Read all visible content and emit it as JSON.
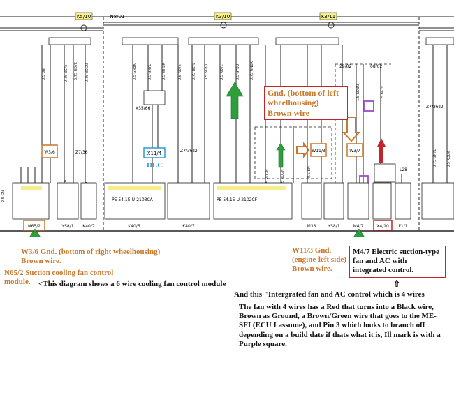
{
  "diagram": {
    "top_tags": [
      "K5/10",
      "N8/01",
      "K3/10",
      "K3/11"
    ],
    "connectors": [
      "N65/2",
      "Y58/1",
      "K40/7",
      "K40/5",
      "K40/7",
      "M33",
      "Y58/1",
      "M4/7",
      "X4/10",
      "F1/1"
    ],
    "dlc_code": "X11/4",
    "left_codes": [
      "W3/6",
      "Z7/36"
    ],
    "mid_codes": [
      "Z7/36z2",
      "X35/66"
    ],
    "right_codes": [
      "W11/3",
      "W3/7",
      "Z7/36z2",
      "L28"
    ],
    "splice_labels": [
      "29/02",
      "08/02"
    ],
    "pe_labels": [
      "PE 54.15-U-2103CA",
      "PE 54.15-U-2102CF"
    ]
  },
  "annotations": {
    "gnd_left_housing": "Gnd. (bottom of left wheelhousing) Brown wire",
    "dlc": "DLC",
    "w36": "W3/6 Gnd. (bottom of right wheelhousing) Brown wire.",
    "n652": "N65/2 Suction cooling fan control module.",
    "six_wire": "<This diagram shows a 6 wire cooling fan control module",
    "w113": "W11/3 Gnd. (engine-left side) Brown wire.",
    "m47": "M4/7 Electric suction-type fan and AC with integrated control.",
    "four_wire": "And this \"Intergrated fan and AC control which is 4 wires",
    "paragraph": "The fan with 4 wires has a Red that turns into a Black wire, Brown as Ground, a Brown/Green wire that goes to the ME-SFI (ECU I assume), and Pin 3 which looks to branch off depending on a build date if thats what it is, Ill mark is with a Purple square."
  },
  "colors": {
    "orange": "#c9772a",
    "red": "#c4242b",
    "green": "#2e9e3a",
    "purple": "#9a4fc2",
    "blue": "#2a9fd6"
  }
}
